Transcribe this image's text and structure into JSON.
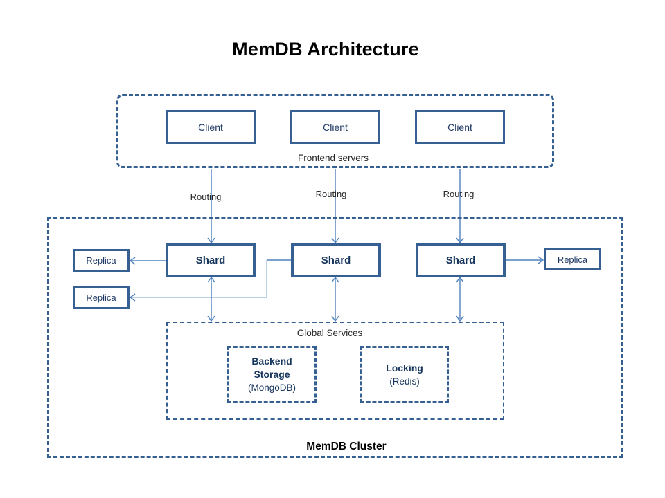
{
  "title": "MemDB Architecture",
  "frontend": {
    "label": "Frontend servers",
    "clients": [
      "Client",
      "Client",
      "Client"
    ]
  },
  "routing_labels": [
    "Routing",
    "Routing",
    "Routing"
  ],
  "cluster": {
    "label": "MemDB Cluster",
    "shards": [
      "Shard",
      "Shard",
      "Shard"
    ],
    "replicas": [
      "Replica",
      "Replica",
      "Replica"
    ],
    "global_services": {
      "label": "Global Services",
      "backend_storage": {
        "name": "Backend Storage",
        "tech": "(MongoDB)"
      },
      "locking": {
        "name": "Locking",
        "tech": "(Redis)"
      }
    }
  },
  "colors": {
    "background": "#FFFFFF",
    "box_border_blue": "#366092",
    "box_text_navy": "#1F3864",
    "label_text_dark": "#262626",
    "title_text": "#000000",
    "connector_blue": "#4F81BD",
    "connector_light_blue": "#A3BFDD"
  }
}
